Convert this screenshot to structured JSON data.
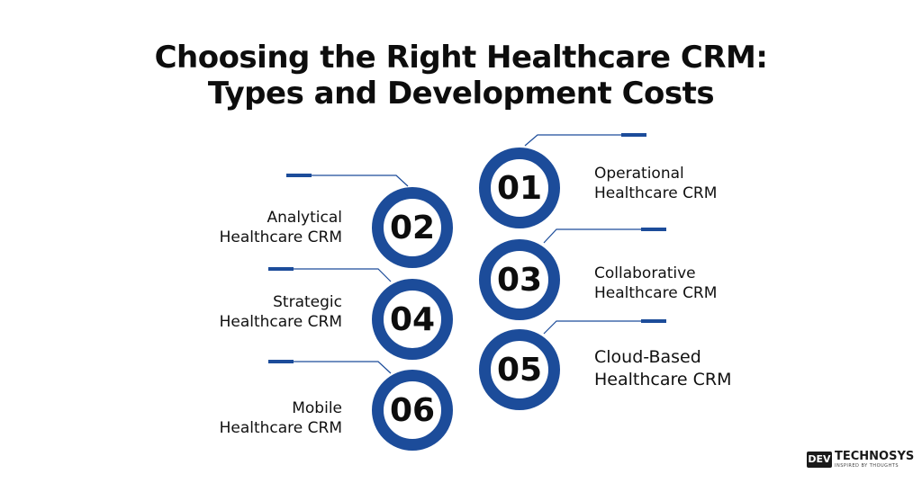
{
  "title": {
    "line1": "Choosing the Right Healthcare CRM:",
    "line2": "Types and Development Costs"
  },
  "items": [
    {
      "number": "01",
      "line1": "Operational",
      "line2": "Healthcare CRM"
    },
    {
      "number": "02",
      "line1": "Analytical",
      "line2": "Healthcare CRM"
    },
    {
      "number": "03",
      "line1": "Collaborative",
      "line2": "Healthcare CRM"
    },
    {
      "number": "04",
      "line1": "Strategic",
      "line2": "Healthcare CRM"
    },
    {
      "number": "05",
      "line1": "Cloud-Based",
      "line2": "Healthcare CRM"
    },
    {
      "number": "06",
      "line1": "Mobile",
      "line2": "Healthcare CRM"
    }
  ],
  "logo": {
    "mark": "DEV",
    "brand": "TECHNOSYS",
    "tagline": "INSPIRED BY THOUGHTS"
  },
  "colors": {
    "accent": "#1c4c9a",
    "text": "#111111",
    "background": "#ffffff"
  }
}
